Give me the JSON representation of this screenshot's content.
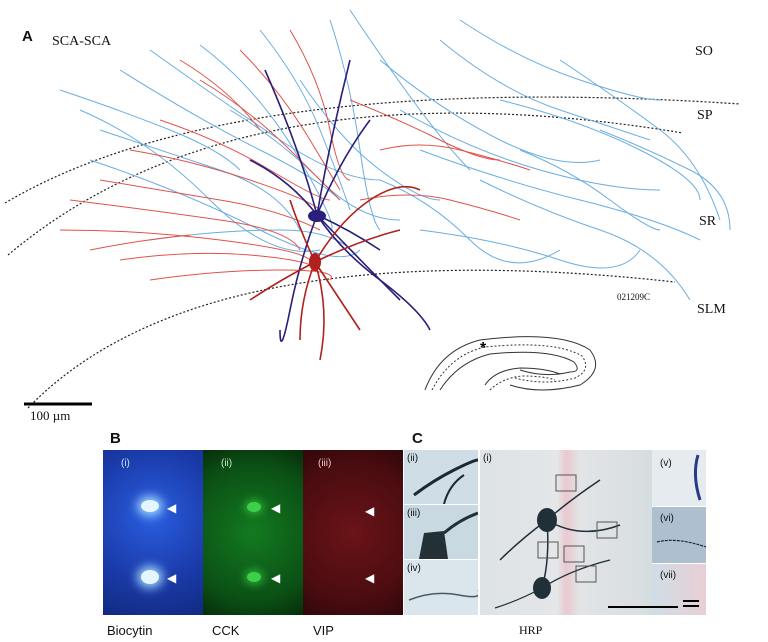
{
  "panel_a": {
    "letter": "A",
    "title": "SCA-SCA",
    "layers": {
      "so": "SO",
      "sp": "SP",
      "sr": "SR",
      "slm": "SLM"
    },
    "cell_id": "021209C",
    "scale_bar": "100 µm",
    "colors": {
      "axon": "#6aaee0",
      "red_axon": "#e0524a",
      "soma_dendrite": "#2a1f7a",
      "red_dendrite": "#b0201c"
    }
  },
  "panel_b": {
    "letter": "B",
    "subpanels": [
      "(i)",
      "(ii)",
      "(iii)"
    ],
    "labels": [
      "Biocytin",
      "CCK",
      "VIP"
    ],
    "colors": {
      "biocytin": "#1a4fd0",
      "cck": "#0e6a1c",
      "vip": "#5a0e12"
    }
  },
  "panel_c": {
    "letter": "C",
    "insets_left": [
      "(ii)",
      "(iii)",
      "(iv)"
    ],
    "main": "(i)",
    "insets_right": [
      "(v)",
      "(vi)",
      "(vii)"
    ],
    "label": "HRP"
  }
}
